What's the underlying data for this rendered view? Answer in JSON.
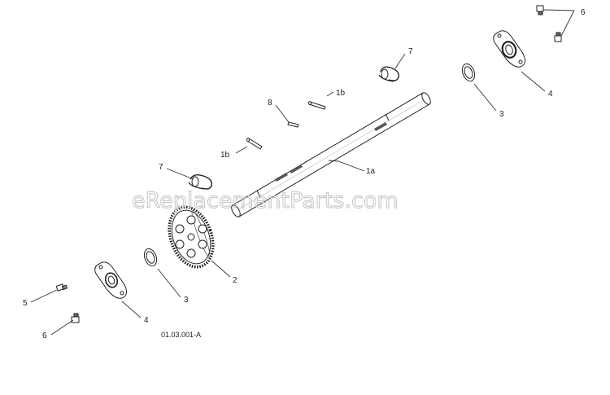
{
  "watermark": "eReplacementParts.com",
  "diagram_code": "01.03.001-A",
  "callouts": {
    "shaft": "1a",
    "key_upper": "1b",
    "key_lower": "1b",
    "gear": "2",
    "washer_right": "3",
    "washer_left": "3",
    "bearing_flange_right": "4",
    "bearing_flange_left": "4",
    "bolt_left": "5",
    "nut_right": "6",
    "nut_left": "6",
    "clip_right": "7",
    "clip_left": "7",
    "key_small": "8"
  },
  "colors": {
    "line": "#333333",
    "watermark": "#c4c4c4",
    "text": "#222222"
  }
}
